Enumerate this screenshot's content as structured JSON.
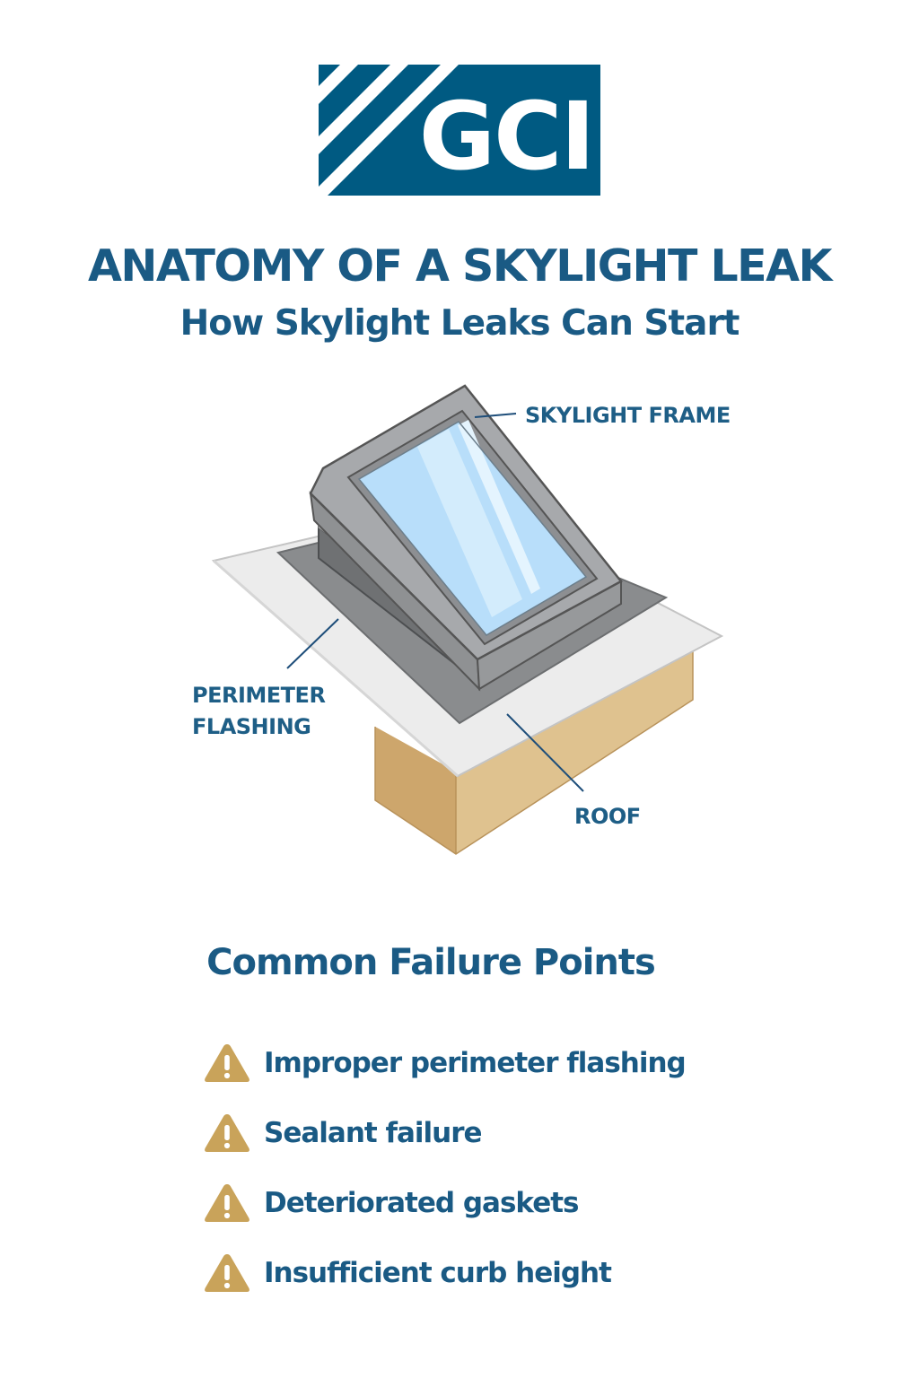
{
  "logo": {
    "text": "GCI"
  },
  "header": {
    "title": "ANATOMY OF A SKYLIGHT LEAK",
    "subtitle": "How Skylight Leaks Can Start"
  },
  "diagram": {
    "callouts": {
      "skylight_frame": "SKYLIGHT FRAME",
      "perimeter_flashing": "PERIMETER FLASHING",
      "roof": "ROOF"
    }
  },
  "failures": {
    "heading": "Common Failure Points",
    "items": [
      {
        "label": "Improper perimeter flashing",
        "icon": "warning-icon"
      },
      {
        "label": "Sealant failure",
        "icon": "warning-icon"
      },
      {
        "label": "Deteriorated gaskets",
        "icon": "warning-icon"
      },
      {
        "label": "Insufficient curb height",
        "icon": "warning-icon"
      }
    ]
  },
  "colors": {
    "brand_blue": "#005a82",
    "text_blue": "#1a5a84",
    "warning_gold": "#c9a35a",
    "glass": "#b8defa",
    "frame_gray": "#a7a9ac",
    "flashing_gray": "#8a8c8e",
    "roof_white": "#ececec",
    "wood": "#dfc28f"
  }
}
